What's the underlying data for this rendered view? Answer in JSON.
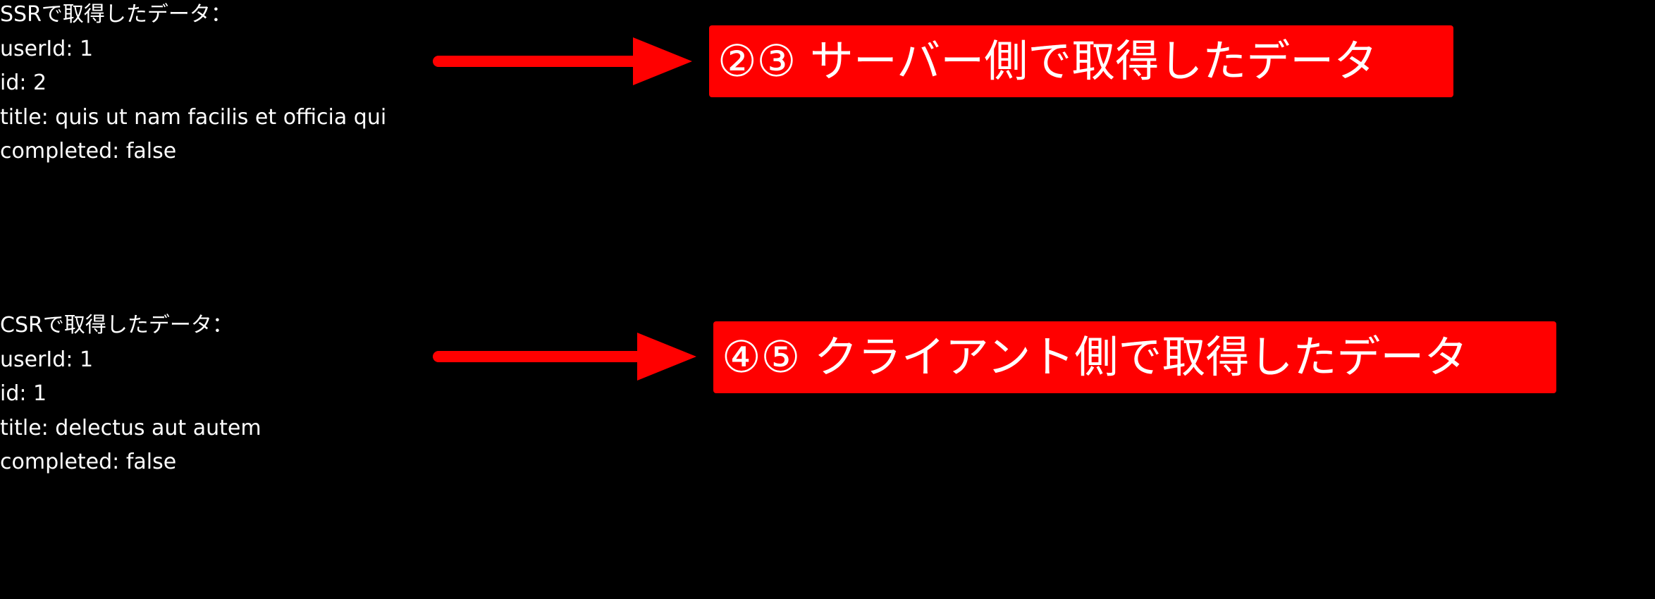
{
  "colors": {
    "background": "#000000",
    "text": "#ffffff",
    "annotation": "#ff0000"
  },
  "ssr": {
    "heading": "SSRで取得したデータ：",
    "userId": "userId: 1",
    "id": "id: 2",
    "title": "title: quis ut nam facilis et officia qui",
    "completed": "completed: false"
  },
  "csr": {
    "heading": "CSRで取得したデータ：",
    "userId": "userId: 1",
    "id": "id: 1",
    "title": "title: delectus aut autem",
    "completed": "completed: false"
  },
  "annotations": {
    "ssr_label": "②③ サーバー側で取得したデータ",
    "csr_label": "④⑤ クライアント側で取得したデータ"
  }
}
